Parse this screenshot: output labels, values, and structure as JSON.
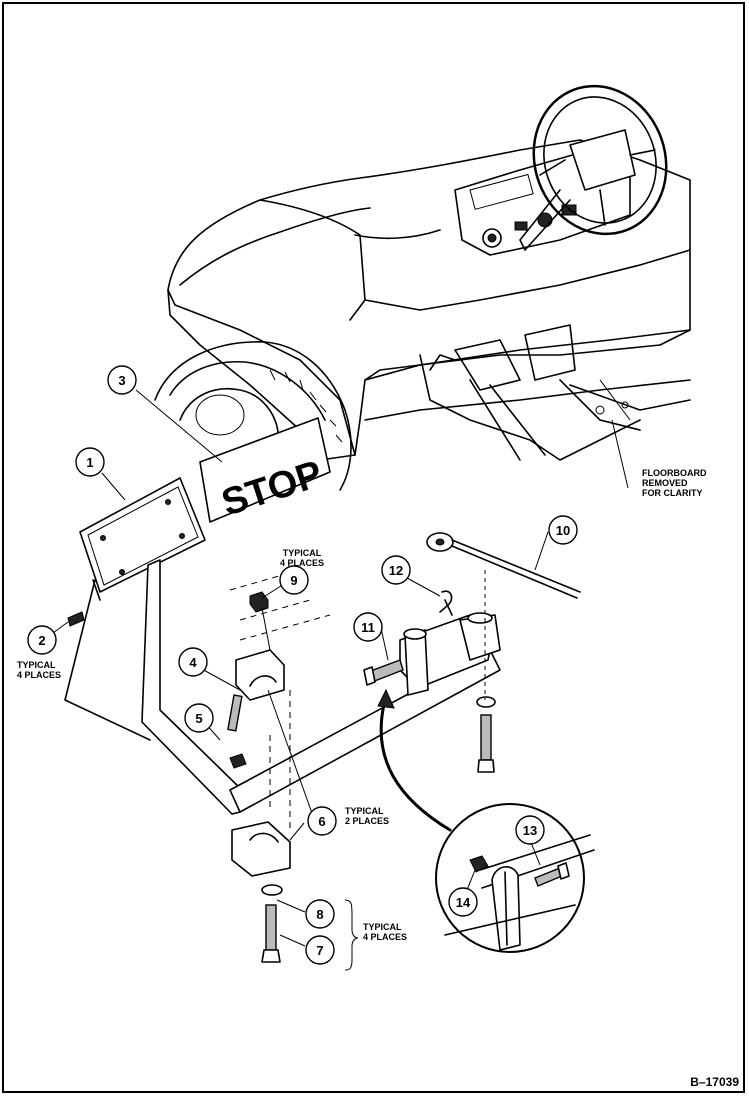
{
  "figure_id": "B–17039",
  "stop_label": "STOP",
  "notes": {
    "floorboard": [
      "FLOORBOARD",
      "REMOVED",
      "FOR CLARITY"
    ],
    "typical_4_places_top": [
      "TYPICAL",
      "4 PLACES"
    ],
    "typical_4_places_left": [
      "TYPICAL",
      "4 PLACES"
    ],
    "typical_2_places": [
      "TYPICAL",
      "2 PLACES"
    ],
    "typical_4_places_bottom": [
      "TYPICAL",
      "4 PLACES"
    ]
  },
  "callouts": [
    "1",
    "2",
    "3",
    "4",
    "5",
    "6",
    "7",
    "8",
    "9",
    "10",
    "11",
    "12",
    "13",
    "14"
  ]
}
